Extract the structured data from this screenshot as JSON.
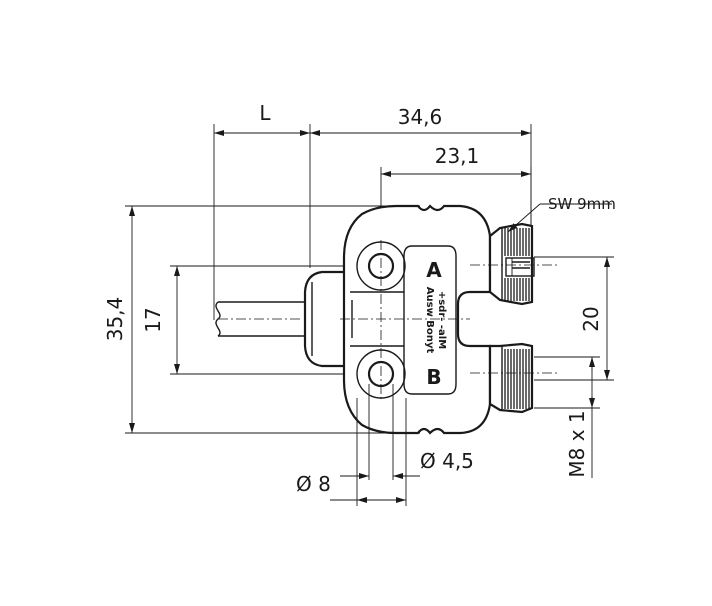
{
  "dimensions": {
    "cable_length": "L",
    "overall_length": "34,6",
    "body_length": "23,1",
    "wrench_size": "SW 9mm",
    "overall_height": "35,4",
    "hole_pitch": "17",
    "port_pitch": "20",
    "thread": "M8 x 1",
    "hole_diameter": "Ø 4,5",
    "head_diameter": "Ø 8"
  },
  "labels": {
    "port_a": "A",
    "port_b": "B",
    "marking_line1": "Ausw Bonyt",
    "marking_line2": "+sdr- -alM"
  },
  "colors": {
    "line": "#1a1a1a",
    "background": "#ffffff"
  }
}
